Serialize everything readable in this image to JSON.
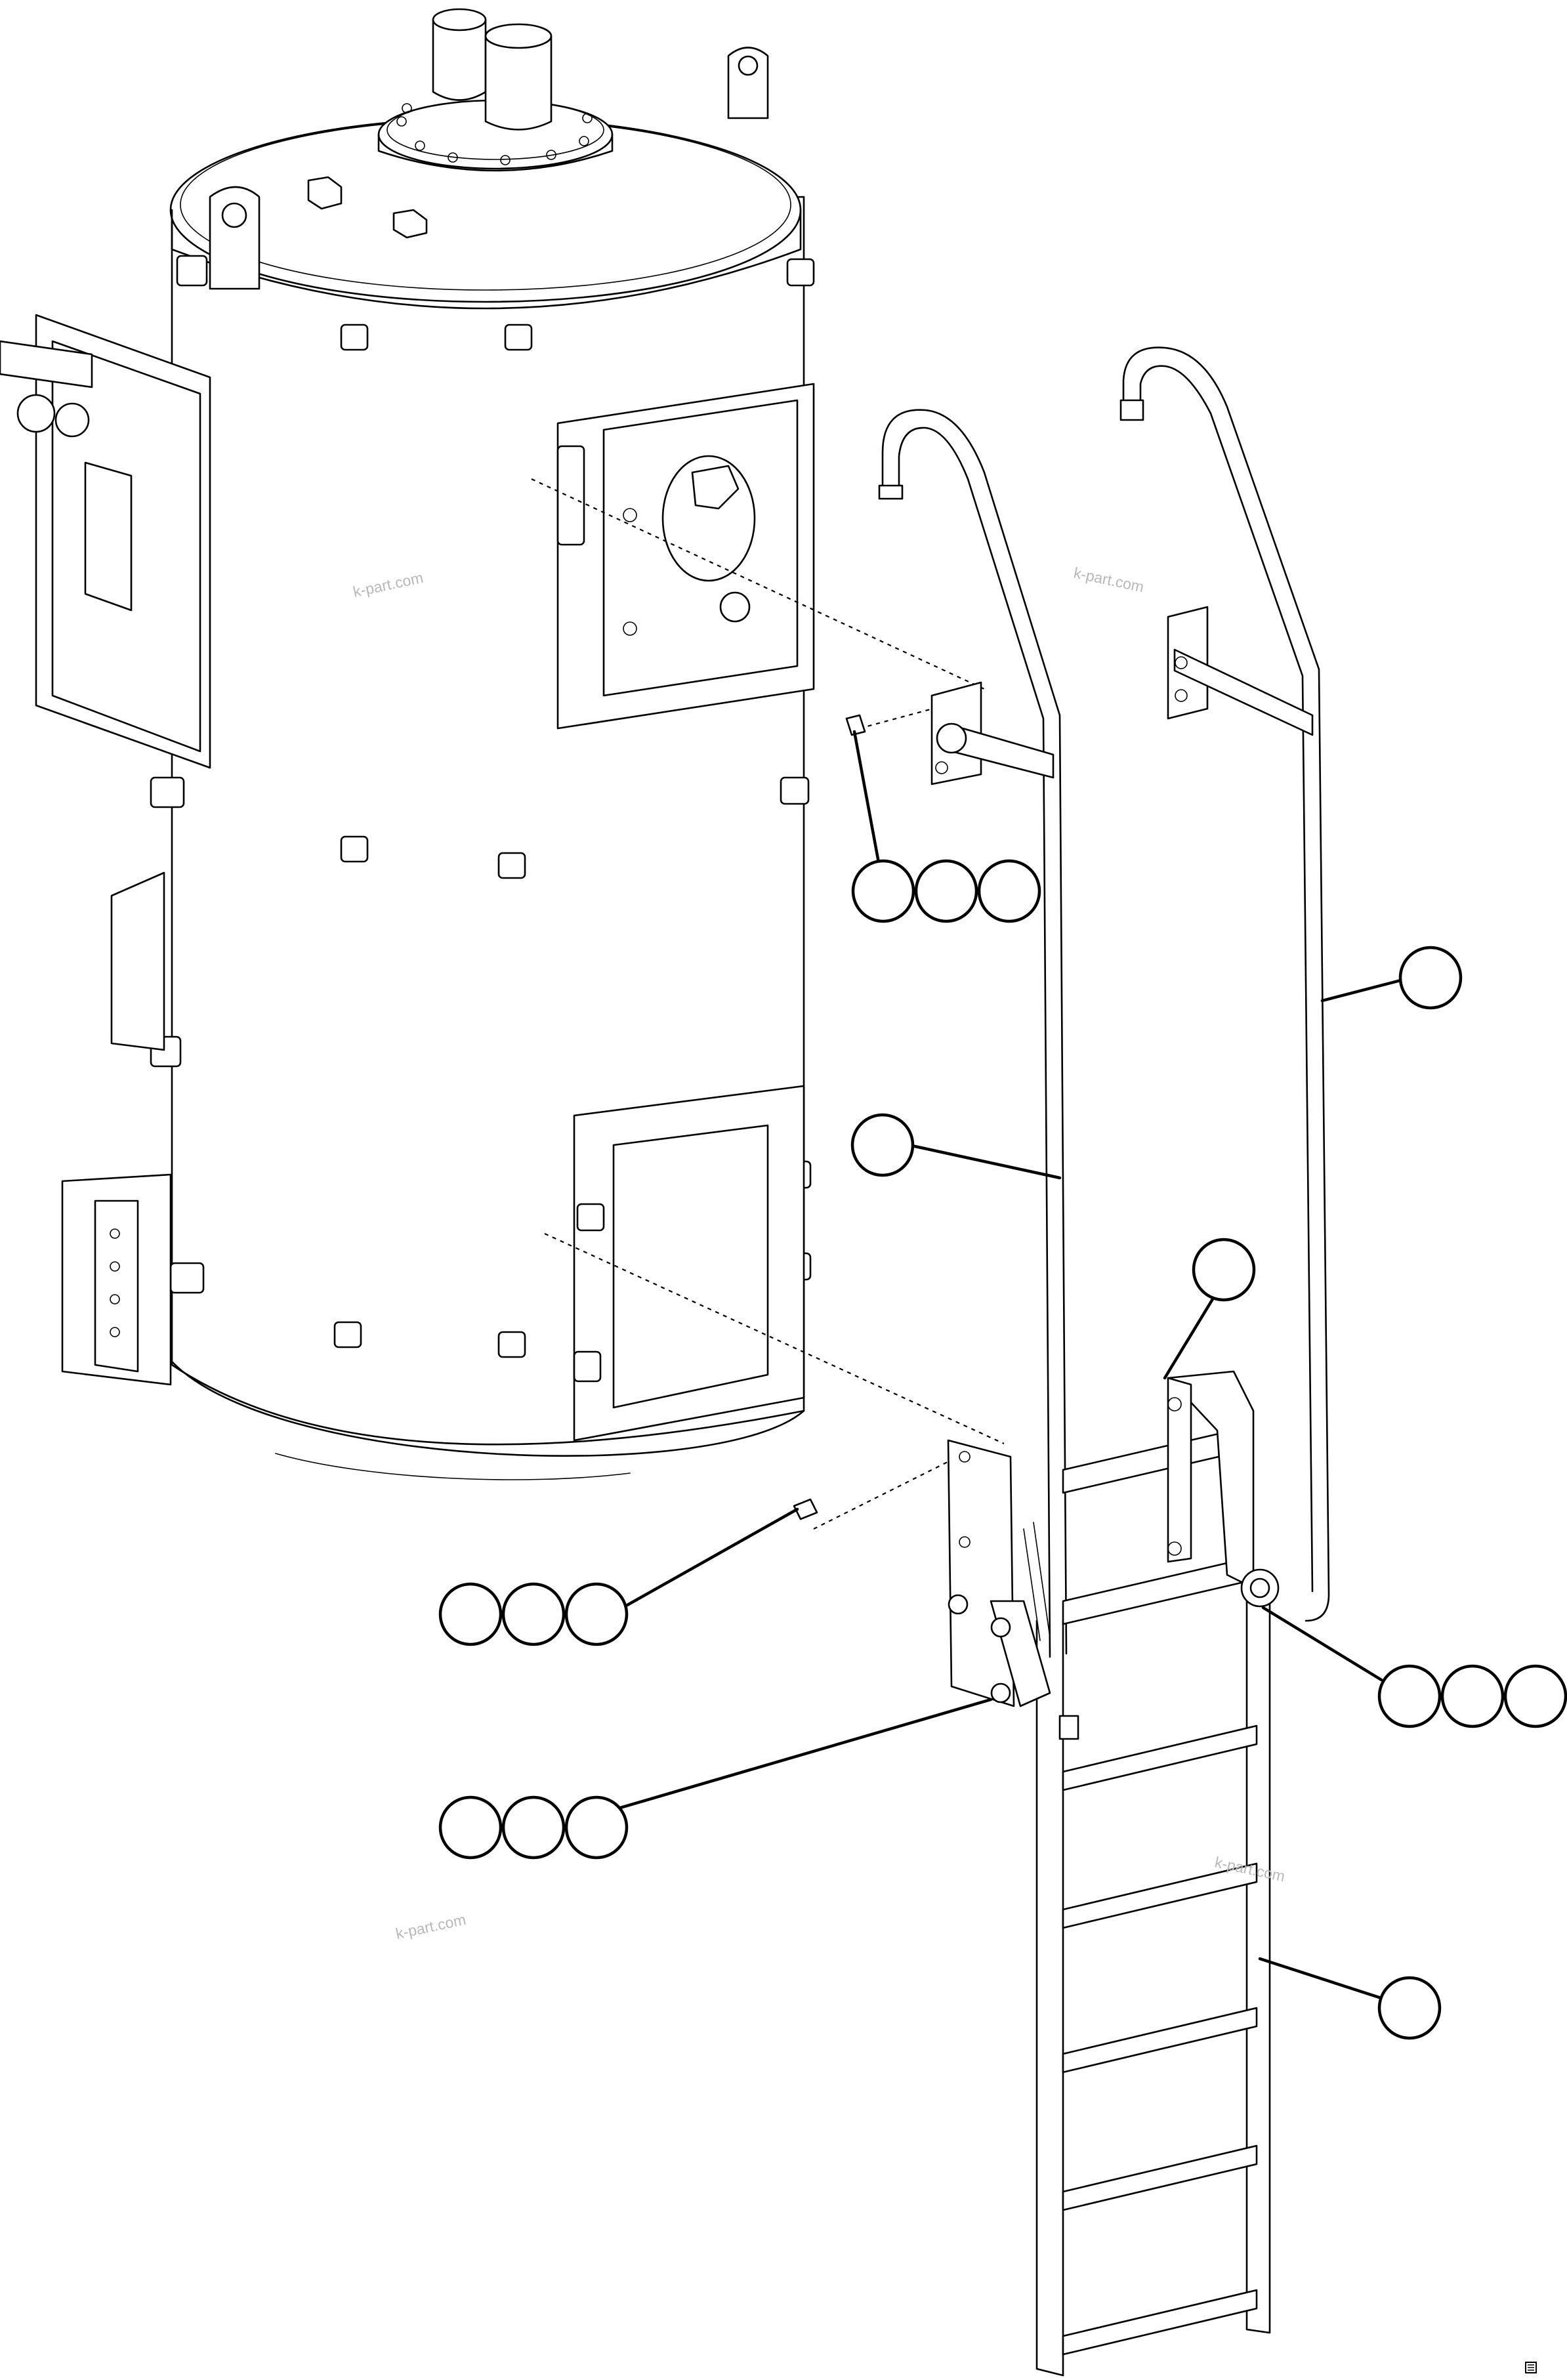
{
  "watermarks": [
    {
      "text": "k-part.com"
    },
    {
      "text": "k-part.com"
    },
    {
      "text": "k-part.com"
    },
    {
      "text": "k-part.com"
    }
  ],
  "callout_groups": [
    {
      "name": "upper-bolt-callout",
      "bubble_count": 3
    },
    {
      "name": "right-handrail-callout",
      "bubble_count": 1
    },
    {
      "name": "left-handrail-callout",
      "bubble_count": 1
    },
    {
      "name": "bracket-callout",
      "bubble_count": 1
    },
    {
      "name": "hinge-pin-callout",
      "bubble_count": 3
    },
    {
      "name": "lower-bolt-callout",
      "bubble_count": 3
    },
    {
      "name": "lower-nut-callout",
      "bubble_count": 3
    },
    {
      "name": "ladder-callout",
      "bubble_count": 1
    }
  ],
  "colors": {
    "line": "#000000",
    "background": "#ffffff",
    "watermark": "#b8b8b8"
  }
}
